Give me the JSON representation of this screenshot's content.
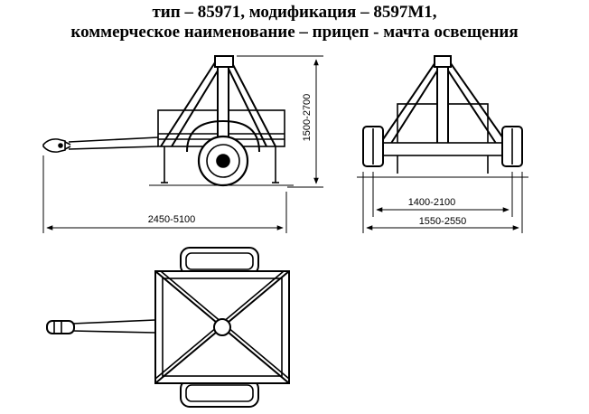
{
  "title": {
    "line1": "тип – 85971, модификация – 8597М1,",
    "line2": "коммерческое наименование – прицеп - мачта освещения"
  },
  "dimensions": {
    "length": "2450-5100",
    "height": "1500-2700",
    "track": "1400-2100",
    "width": "1550-2550"
  }
}
